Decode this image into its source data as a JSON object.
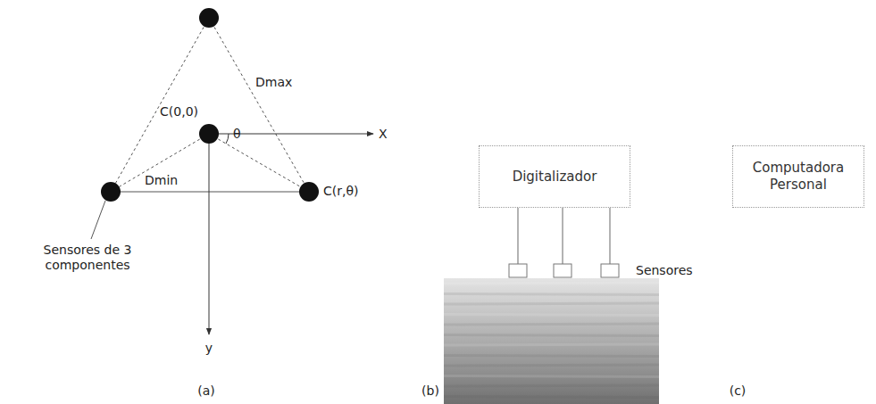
{
  "diagram": {
    "nodes": [
      {
        "text": [
          "Digitalizador"
        ]
      },
      {
        "text": [
          "Computadora Personal"
        ]
      }
    ],
    "labels": [
      "C(0,0)",
      "X",
      "Dmax",
      "θ",
      "Dmin",
      "C(r,θ)",
      "Sensores de 3 componentes",
      "y",
      "(a)",
      "Sensores",
      "(b)",
      "(c)"
    ]
  }
}
